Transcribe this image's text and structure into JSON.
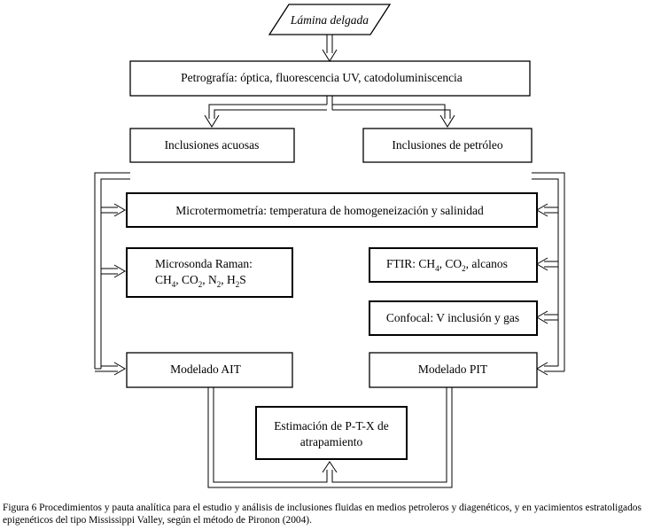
{
  "diagram": {
    "nodes": {
      "lamina": {
        "label": "Lámina delgada"
      },
      "petrografia": {
        "label": "Petrografía: óptica, fluorescencia UV, catodoluminiscencia"
      },
      "acuosas": {
        "label": "Inclusiones acuosas"
      },
      "petroleo": {
        "label": "Inclusiones de petróleo"
      },
      "microtermometria": {
        "label": "Microtermometría: temperatura de homogeneización y salinidad"
      },
      "raman": {
        "line1": "Microsonda Raman:",
        "line2_parts": [
          "CH",
          "4",
          ", CO",
          "2",
          ", N",
          "2",
          ", H",
          "2",
          "S"
        ]
      },
      "ftir": {
        "parts": [
          "FTIR: CH",
          "4",
          ", CO",
          "2",
          ", alcanos"
        ]
      },
      "confocal": {
        "label": "Confocal: V inclusión y gas"
      },
      "ait": {
        "label": "Modelado AIT"
      },
      "pit": {
        "label": "Modelado PIT"
      },
      "ptx": {
        "line1": "Estimación de P-T-X de",
        "line2": "atrapamiento"
      }
    },
    "edges": [
      {
        "from": "lamina",
        "to": "petrografia"
      },
      {
        "from": "petrografia",
        "to": "acuosas"
      },
      {
        "from": "petrografia",
        "to": "petroleo"
      },
      {
        "from": "acuosas",
        "to": "microtermometria"
      },
      {
        "from": "acuosas",
        "to": "raman"
      },
      {
        "from": "acuosas",
        "to": "ait"
      },
      {
        "from": "petroleo",
        "to": "microtermometria"
      },
      {
        "from": "petroleo",
        "to": "ftir"
      },
      {
        "from": "petroleo",
        "to": "confocal"
      },
      {
        "from": "petroleo",
        "to": "pit"
      },
      {
        "from": "ait",
        "to": "ptx"
      },
      {
        "from": "pit",
        "to": "ptx"
      }
    ]
  },
  "caption": {
    "text": "Figura 6 Procedimientos y pauta analítica para el estudio y análisis de inclusiones fluidas en medios petroleros y diagenéticos, y en yacimientos estratoligados epigenéticos del tipo Mississippi Valley, según el método de Pironon (2004)."
  }
}
